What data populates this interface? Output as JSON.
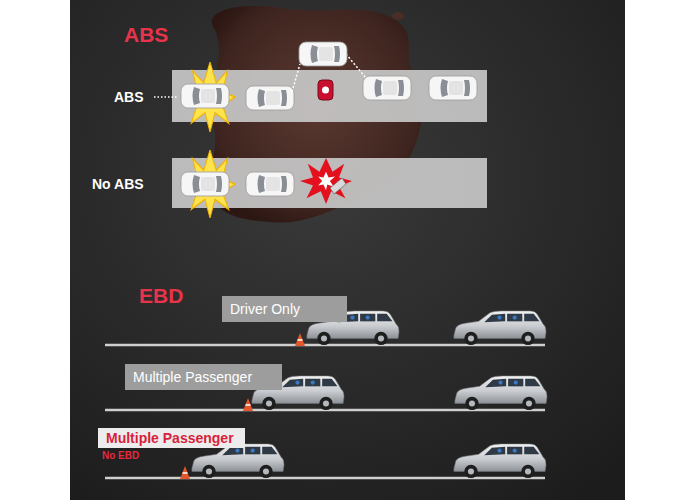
{
  "diagram": {
    "nodes": [
      {
        "text": [
          "Driver Only"
        ]
      },
      {
        "text": [
          "Multiple Passenger"
        ]
      },
      {
        "text": [
          "Multiple Passenger",
          "No EBD"
        ]
      }
    ],
    "labels": [
      "ABS",
      "ABS",
      "No ABS",
      "EBD"
    ]
  }
}
